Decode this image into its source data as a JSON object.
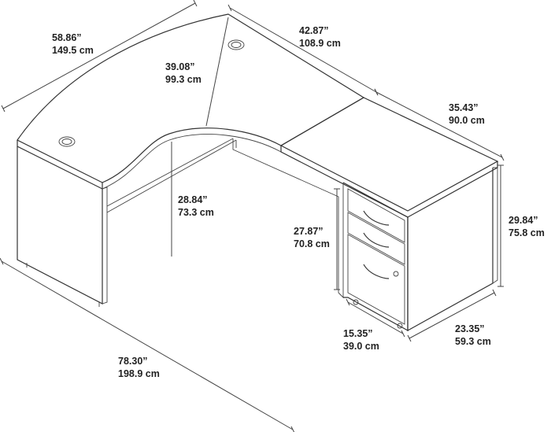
{
  "dimensions": {
    "top_left_width": {
      "imperial": "58.86”",
      "metric": "149.5 cm"
    },
    "top_right_length": {
      "imperial": "42.87”",
      "metric": "108.9 cm"
    },
    "inner_depth": {
      "imperial": "39.08”",
      "metric": "99.3 cm"
    },
    "return_length": {
      "imperial": "35.43”",
      "metric": "90.0 cm"
    },
    "knee_height": {
      "imperial": "28.84”",
      "metric": "73.3 cm"
    },
    "pedestal_height": {
      "imperial": "27.87”",
      "metric": "70.8 cm"
    },
    "total_height": {
      "imperial": "29.84”",
      "metric": "75.8 cm"
    },
    "total_length": {
      "imperial": "78.30”",
      "metric": "198.9 cm"
    },
    "pedestal_width": {
      "imperial": "15.35”",
      "metric": "39.0 cm"
    },
    "return_depth": {
      "imperial": "23.35”",
      "metric": "59.3 cm"
    }
  },
  "colors": {
    "line": "#333333",
    "text": "#222222",
    "background": "#ffffff"
  },
  "icons": [
    "grommet-icon",
    "drawer-pull-icon",
    "lock-icon",
    "caster-icon"
  ]
}
